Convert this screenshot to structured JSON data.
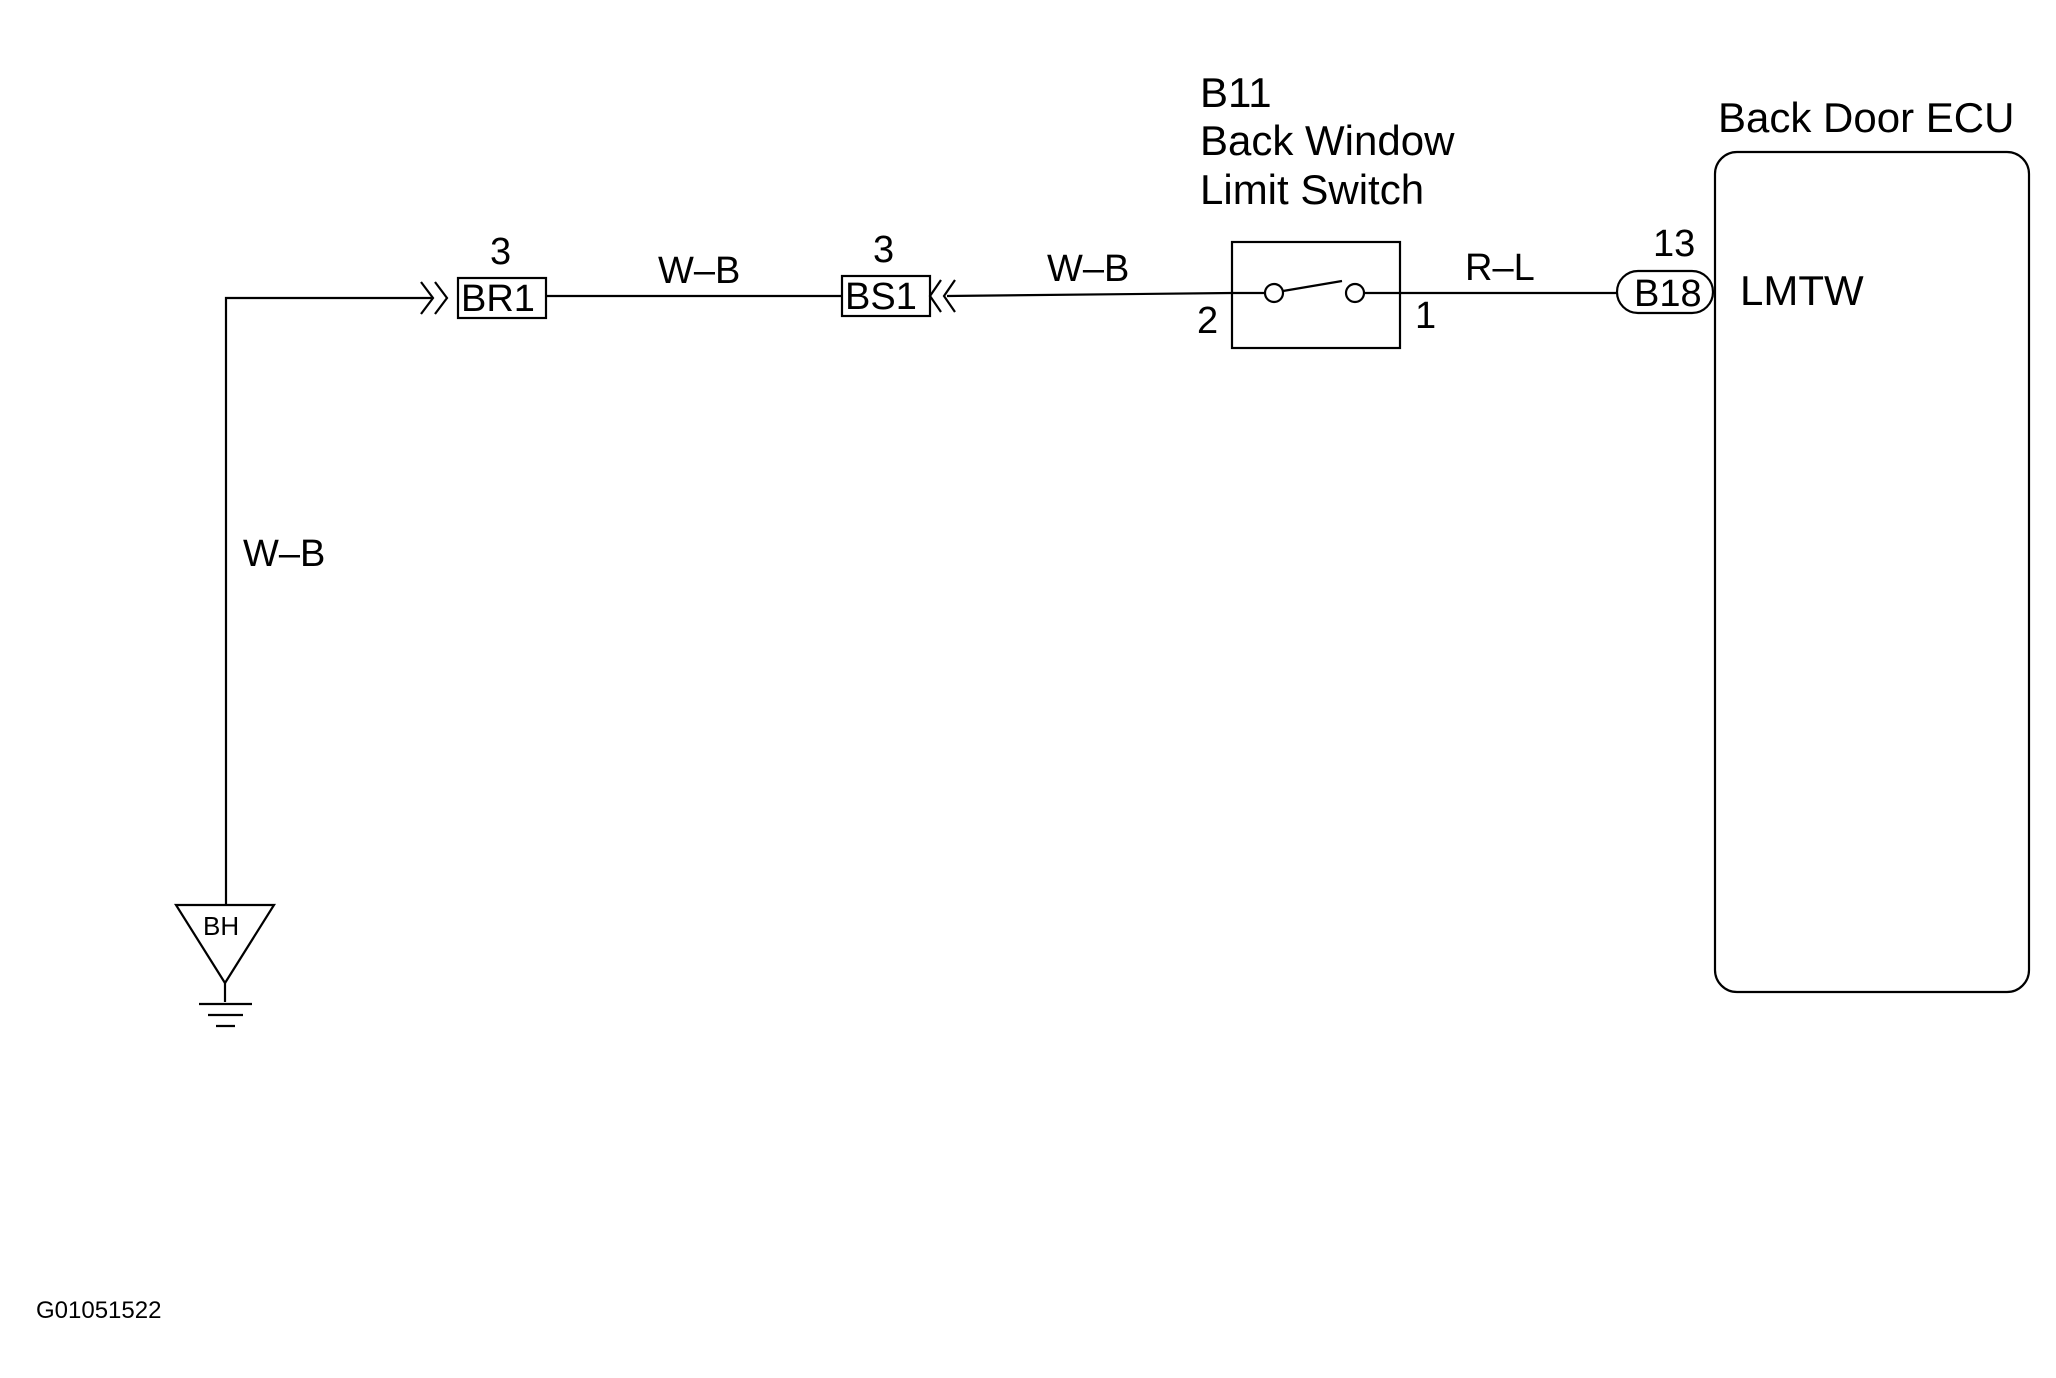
{
  "ecu": {
    "title": "Back Door ECU",
    "terminal_name": "LMTW",
    "connector": "B18",
    "pin": "13"
  },
  "switch": {
    "code": "B11",
    "name_line1": "Back Window",
    "name_line2": "Limit Switch",
    "pin_left": "2",
    "pin_right": "1"
  },
  "connectors": {
    "br1": {
      "label": "BR1",
      "pin": "3"
    },
    "bs1": {
      "label": "BS1",
      "pin": "3"
    }
  },
  "wires": {
    "ecu_to_switch": "R–L",
    "switch_to_bs1": "W–B",
    "bs1_to_br1": "W–B",
    "vertical_to_ground": "W–B"
  },
  "ground": {
    "label": "BH"
  },
  "figure_id": "G01051522"
}
